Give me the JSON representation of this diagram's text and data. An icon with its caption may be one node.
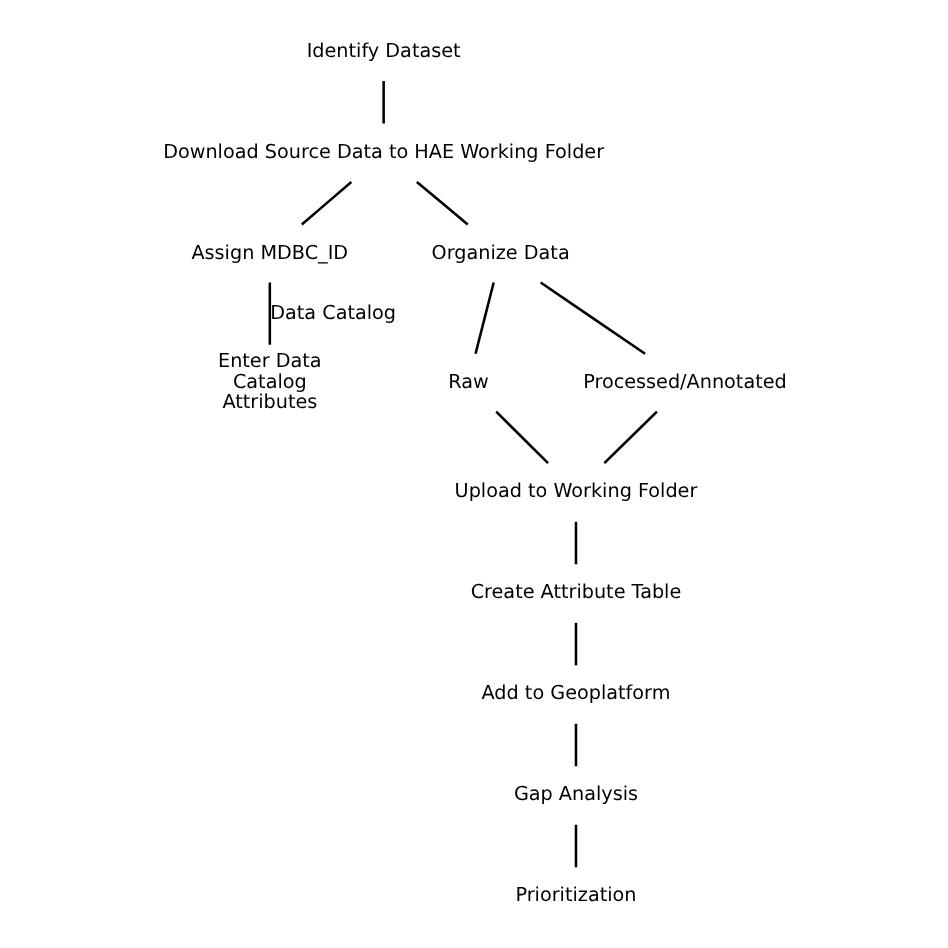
{
  "diagram": {
    "nodes": [
      {
        "text": [
          "Identify Dataset"
        ]
      },
      {
        "text": [
          "Download Source Data to HAE Working Folder"
        ]
      },
      {
        "text": [
          "Assign MDBC_ID"
        ]
      },
      {
        "text": [
          "Organize Data"
        ]
      },
      {
        "text": [
          "Raw"
        ]
      },
      {
        "text": [
          "Processed/Annotated"
        ]
      },
      {
        "text": [
          "Upload to Working Folder"
        ]
      },
      {
        "text": [
          "Enter Data Catalog Attributes"
        ]
      },
      {
        "text": [
          "Create Attribute Table"
        ]
      },
      {
        "text": [
          "Add to Geoplatform"
        ]
      },
      {
        "text": [
          "Gap Analysis"
        ]
      },
      {
        "text": [
          "Prioritization"
        ]
      }
    ],
    "edges": [
      {
        "from": 0,
        "to": 1,
        "arrow": "none"
      },
      {
        "from": 1,
        "to": 3,
        "arrow": "none"
      },
      {
        "from": 1,
        "to": 2,
        "arrow": "none"
      },
      {
        "from": 2,
        "to": 7,
        "arrow": "none",
        "label": "Data Catalog"
      },
      {
        "from": 3,
        "to": 4,
        "arrow": "none"
      },
      {
        "from": 3,
        "to": 5,
        "arrow": "none"
      },
      {
        "from": 4,
        "to": 6,
        "arrow": "none"
      },
      {
        "from": 5,
        "to": 6,
        "arrow": "none"
      },
      {
        "from": 6,
        "to": 8,
        "arrow": "none"
      },
      {
        "from": 8,
        "to": 9,
        "arrow": "none"
      },
      {
        "from": 9,
        "to": 10,
        "arrow": "none"
      },
      {
        "from": 10,
        "to": 11,
        "arrow": "none"
      }
    ]
  }
}
